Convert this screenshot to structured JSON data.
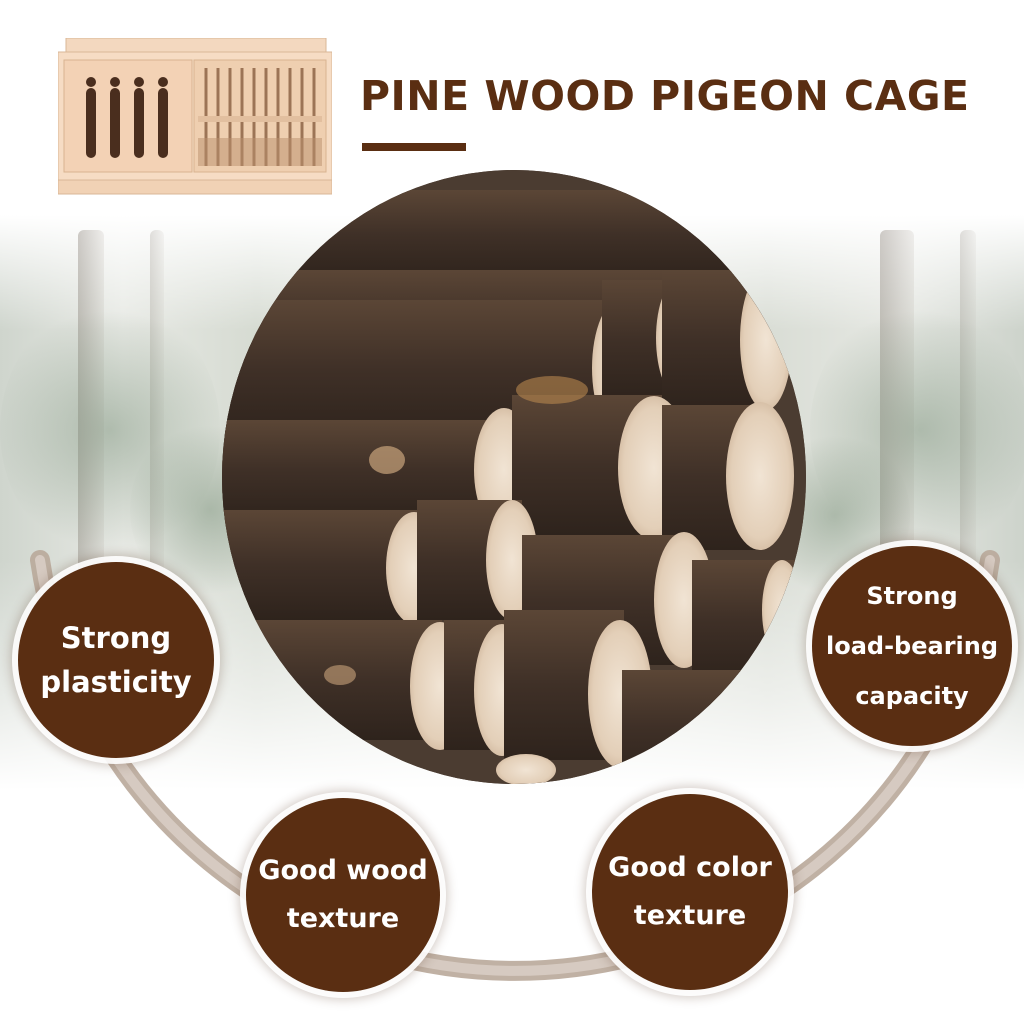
{
  "title": "PINE WOOD PIGEON CAGE",
  "features": {
    "strong_plasticity": {
      "line1": "Strong",
      "line2": "plasticity"
    },
    "good_wood_texture": {
      "line1": "Good wood",
      "line2": "texture"
    },
    "good_color_texture": {
      "line1": "Good color",
      "line2": "texture"
    },
    "strong_load_bearing": {
      "line1": "Strong",
      "line2": "load-bearing",
      "line3": "capacity"
    }
  },
  "colors": {
    "brand_brown": "#5a2e12",
    "wood_light": "#f2d3b8",
    "bark": "#4a3a2e"
  },
  "images": {
    "product": "pigeon-cage-icon",
    "center": "pine-logs-photo",
    "background": "misty-forest"
  }
}
